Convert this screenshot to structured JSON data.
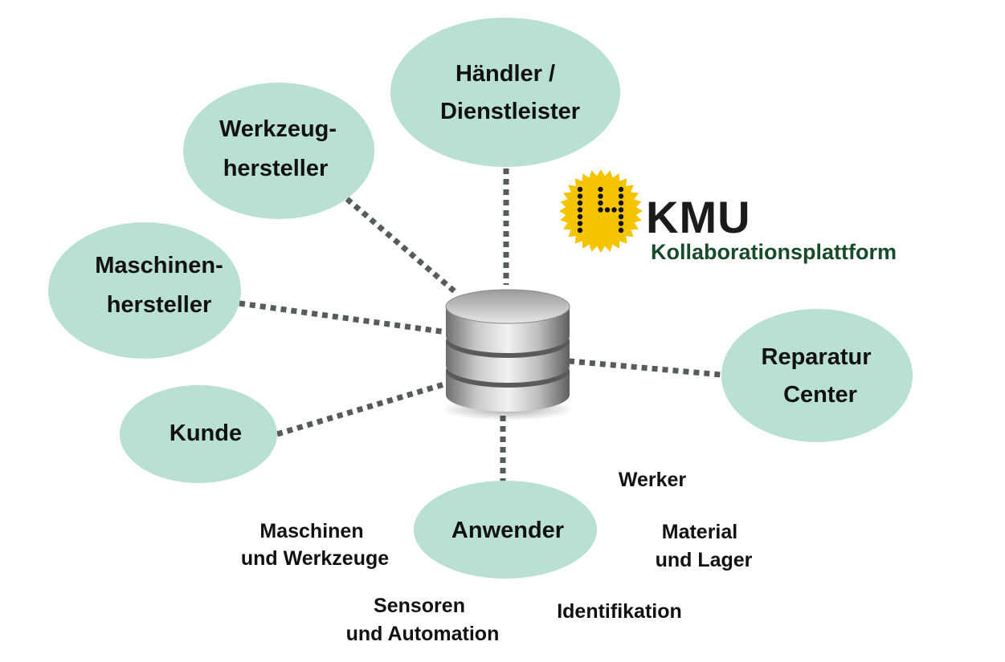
{
  "brand": {
    "logo_mark": "I4",
    "name": "KMU",
    "subtitle": "Kollaborationsplattform",
    "badge_color": "#f5c400",
    "subtitle_color": "#184a2c"
  },
  "center": {
    "icon": "database-icon"
  },
  "nodes": {
    "haendler": {
      "line1": "Händler /",
      "line2": "Dienstleister"
    },
    "werkzeug": {
      "line1": "Werkzeug-",
      "line2": "hersteller"
    },
    "maschinen": {
      "line1": "Maschinen-",
      "line2": "hersteller"
    },
    "kunde": {
      "line1": "Kunde"
    },
    "reparatur": {
      "line1": "Reparatur",
      "line2": "Center"
    },
    "anwender": {
      "line1": "Anwender"
    }
  },
  "anwender_aspects": {
    "werker": {
      "line1": "Werker"
    },
    "maschinen_werkzeuge": {
      "line1": "Maschinen",
      "line2": "und Werkzeuge"
    },
    "material_lager": {
      "line1": "Material",
      "line2": "und Lager"
    },
    "sensoren_automation": {
      "line1": "Sensoren",
      "line2": "und Automation"
    },
    "identifikation": {
      "line1": "Identifikation"
    }
  },
  "colors": {
    "node_fill": "#b8e0d4",
    "connector": "#555d5c"
  }
}
